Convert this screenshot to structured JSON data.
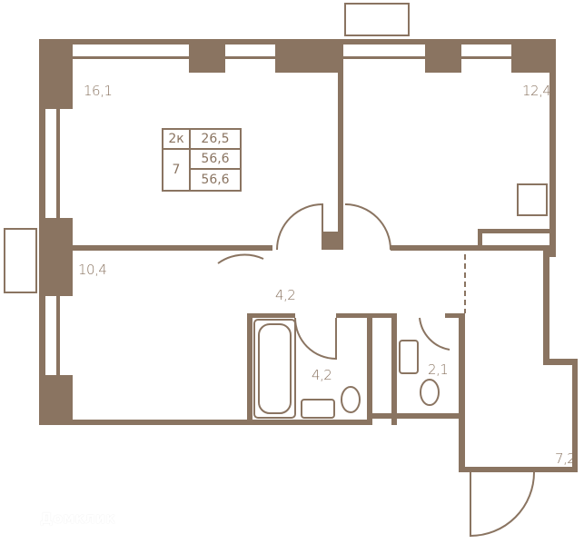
{
  "plan": {
    "wall_color": "#8a7461",
    "rooms": [
      {
        "name": "room-1",
        "area": "16,1"
      },
      {
        "name": "room-2",
        "area": "12,4"
      },
      {
        "name": "room-3",
        "area": "10,4"
      },
      {
        "name": "hall",
        "area": "4,2"
      },
      {
        "name": "bathroom",
        "area": "4,2"
      },
      {
        "name": "wc",
        "area": "2,1"
      },
      {
        "name": "corridor",
        "area": "7,2"
      }
    ],
    "info": {
      "rooms": "2к",
      "floor": "7",
      "living_area": "26,5",
      "total_area": "56,6",
      "total_area_2": "56,6"
    }
  },
  "watermark": {
    "text": "Домклик"
  }
}
